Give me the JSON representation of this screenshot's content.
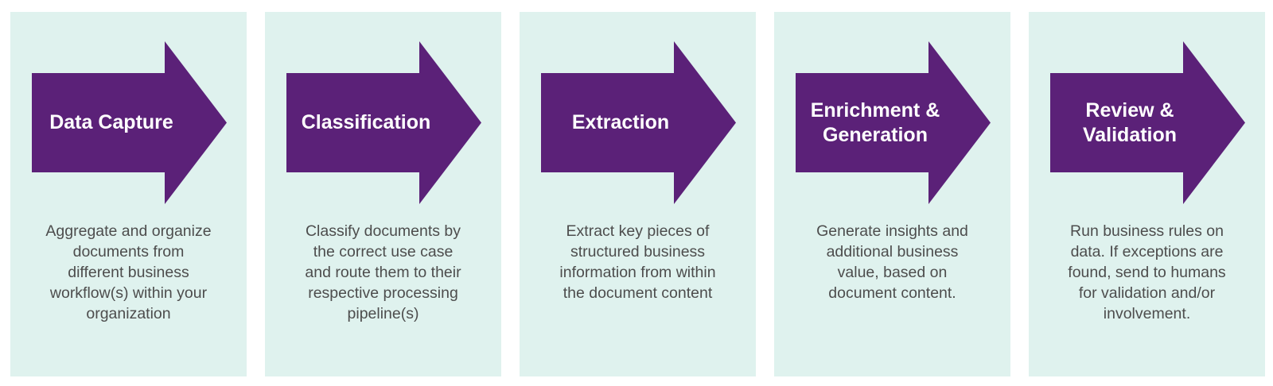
{
  "diagram_title": "document-processing-pipeline",
  "colors": {
    "arrow_purple": "#5B2178",
    "card_background": "#DFF2EE",
    "title_text": "#FFFFFF",
    "description_text": "#4D4D4D",
    "page_background": "#FFFFFF"
  },
  "steps": [
    {
      "title": "Data Capture",
      "description": "Aggregate and organize\ndocuments from\ndifferent business\nworkflow(s) within your\norganization"
    },
    {
      "title": "Classification",
      "description": "Classify documents by\nthe correct use case\nand route them to their\nrespective processing\npipeline(s)"
    },
    {
      "title": "Extraction",
      "description": "Extract key pieces of\nstructured business\ninformation from within\nthe document content"
    },
    {
      "title": "Enrichment &\nGeneration",
      "description": "Generate insights and\nadditional business\nvalue, based on\ndocument content."
    },
    {
      "title": "Review &\nValidation",
      "description": "Run business rules on\ndata. If exceptions are\nfound, send to humans\nfor validation and/or\ninvolvement."
    }
  ]
}
